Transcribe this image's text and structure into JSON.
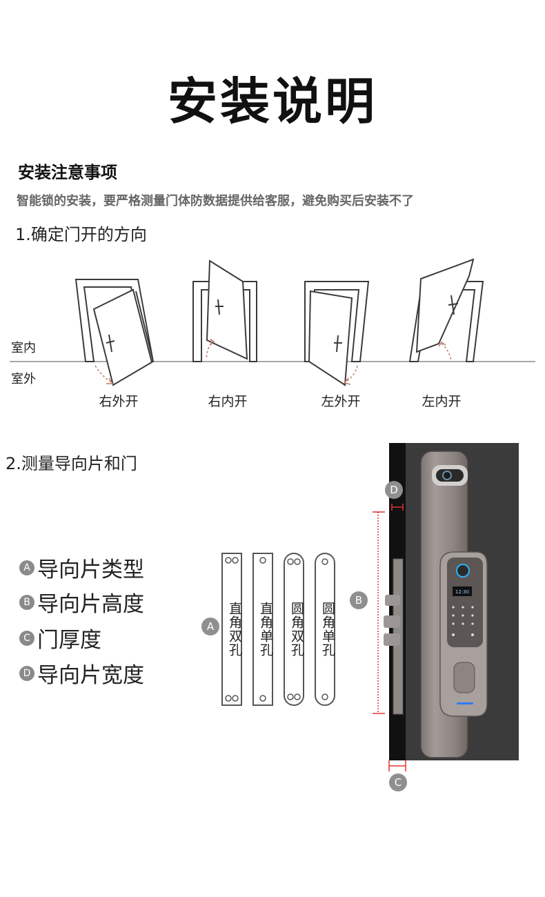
{
  "title": "安装说明",
  "notice": {
    "heading": "安装注意事项",
    "text": "智能锁的安装，要严格测量门体防数据提供给客服，避免购买后安装不了"
  },
  "step1": {
    "title": "1.确定门开的方向",
    "indoor": "室内",
    "outdoor": "室外",
    "directions": [
      "右外开",
      "右内开",
      "左外开",
      "左内开"
    ]
  },
  "step2": {
    "title": "2.测量导向片和门",
    "legend": [
      {
        "badge": "A",
        "text": "导向片类型"
      },
      {
        "badge": "B",
        "text": "导向片高度"
      },
      {
        "badge": "C",
        "text": "门厚度"
      },
      {
        "badge": "D",
        "text": "导向片宽度"
      }
    ],
    "plates": [
      "直角双孔",
      "直角单孔",
      "圆角双孔",
      "圆角单孔"
    ],
    "plate_badge": "A",
    "markers": {
      "d": "D",
      "b": "B",
      "c": "C"
    },
    "lock_screen_time": "12:30"
  }
}
